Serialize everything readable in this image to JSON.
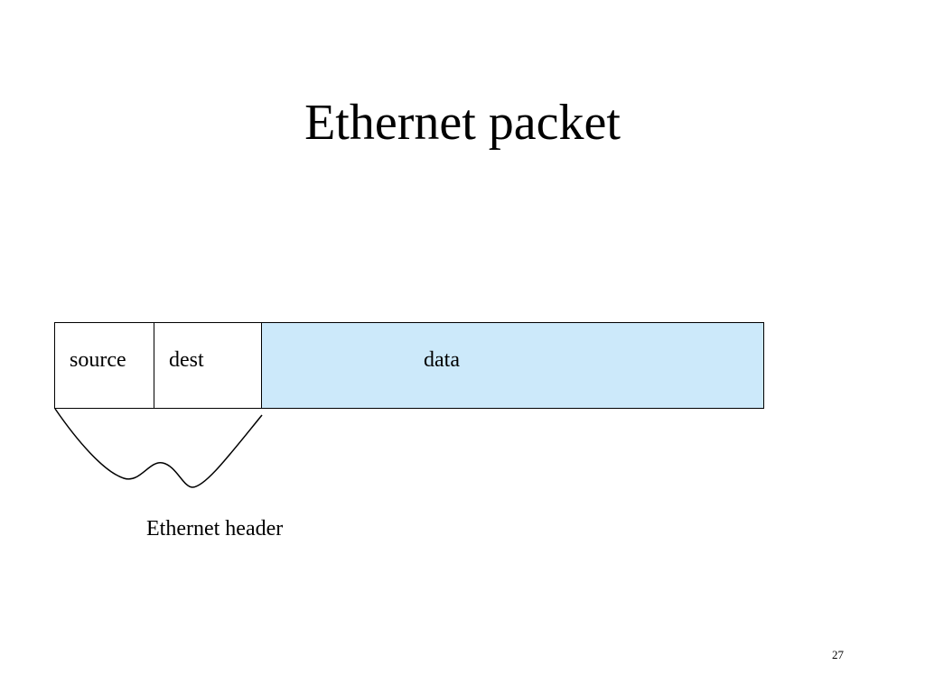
{
  "slide": {
    "title": "Ethernet packet",
    "number": "27"
  },
  "packet": {
    "fields": [
      {
        "label": "source"
      },
      {
        "label": "dest"
      },
      {
        "label": "data"
      }
    ],
    "data_fill_color": "#cce9fa"
  },
  "header_annotation": {
    "label": "Ethernet header"
  }
}
